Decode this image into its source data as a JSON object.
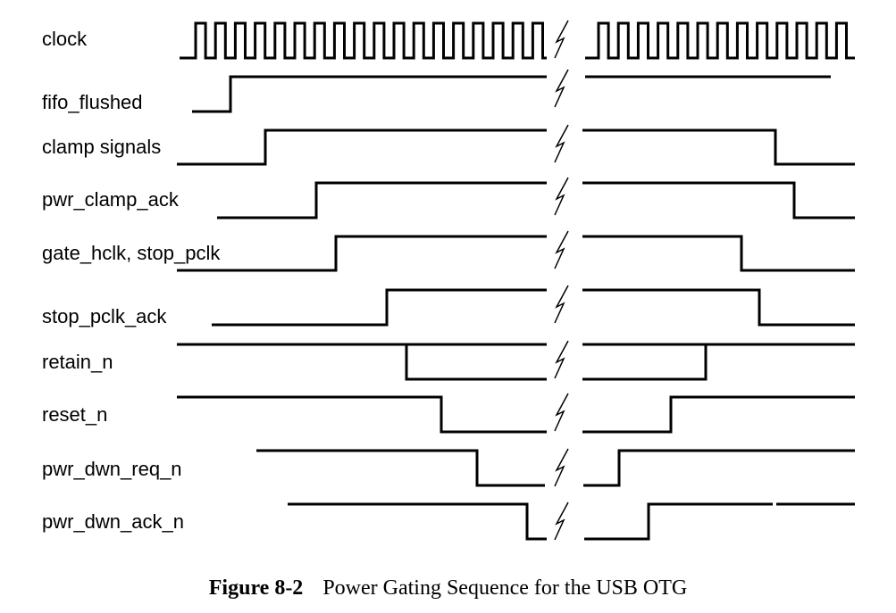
{
  "signals": [
    {
      "id": "clock",
      "label": "clock"
    },
    {
      "id": "fifo_flushed",
      "label": "fifo_flushed"
    },
    {
      "id": "clamp_signals",
      "label": "clamp signals"
    },
    {
      "id": "pwr_clamp_ack",
      "label": "pwr_clamp_ack"
    },
    {
      "id": "gate_hclk_stop_pclk",
      "label": "gate_hclk, stop_pclk"
    },
    {
      "id": "stop_pclk_ack",
      "label": "stop_pclk_ack"
    },
    {
      "id": "retain_n",
      "label": "retain_n"
    },
    {
      "id": "reset_n",
      "label": "reset_n"
    },
    {
      "id": "pwr_dwn_req_n",
      "label": "pwr_dwn_req_n"
    },
    {
      "id": "pwr_dwn_ack_n",
      "label": "pwr_dwn_ack_n"
    }
  ],
  "caption": {
    "number": "Figure 8-2",
    "title": "Power Gating Sequence for the USB OTG"
  }
}
